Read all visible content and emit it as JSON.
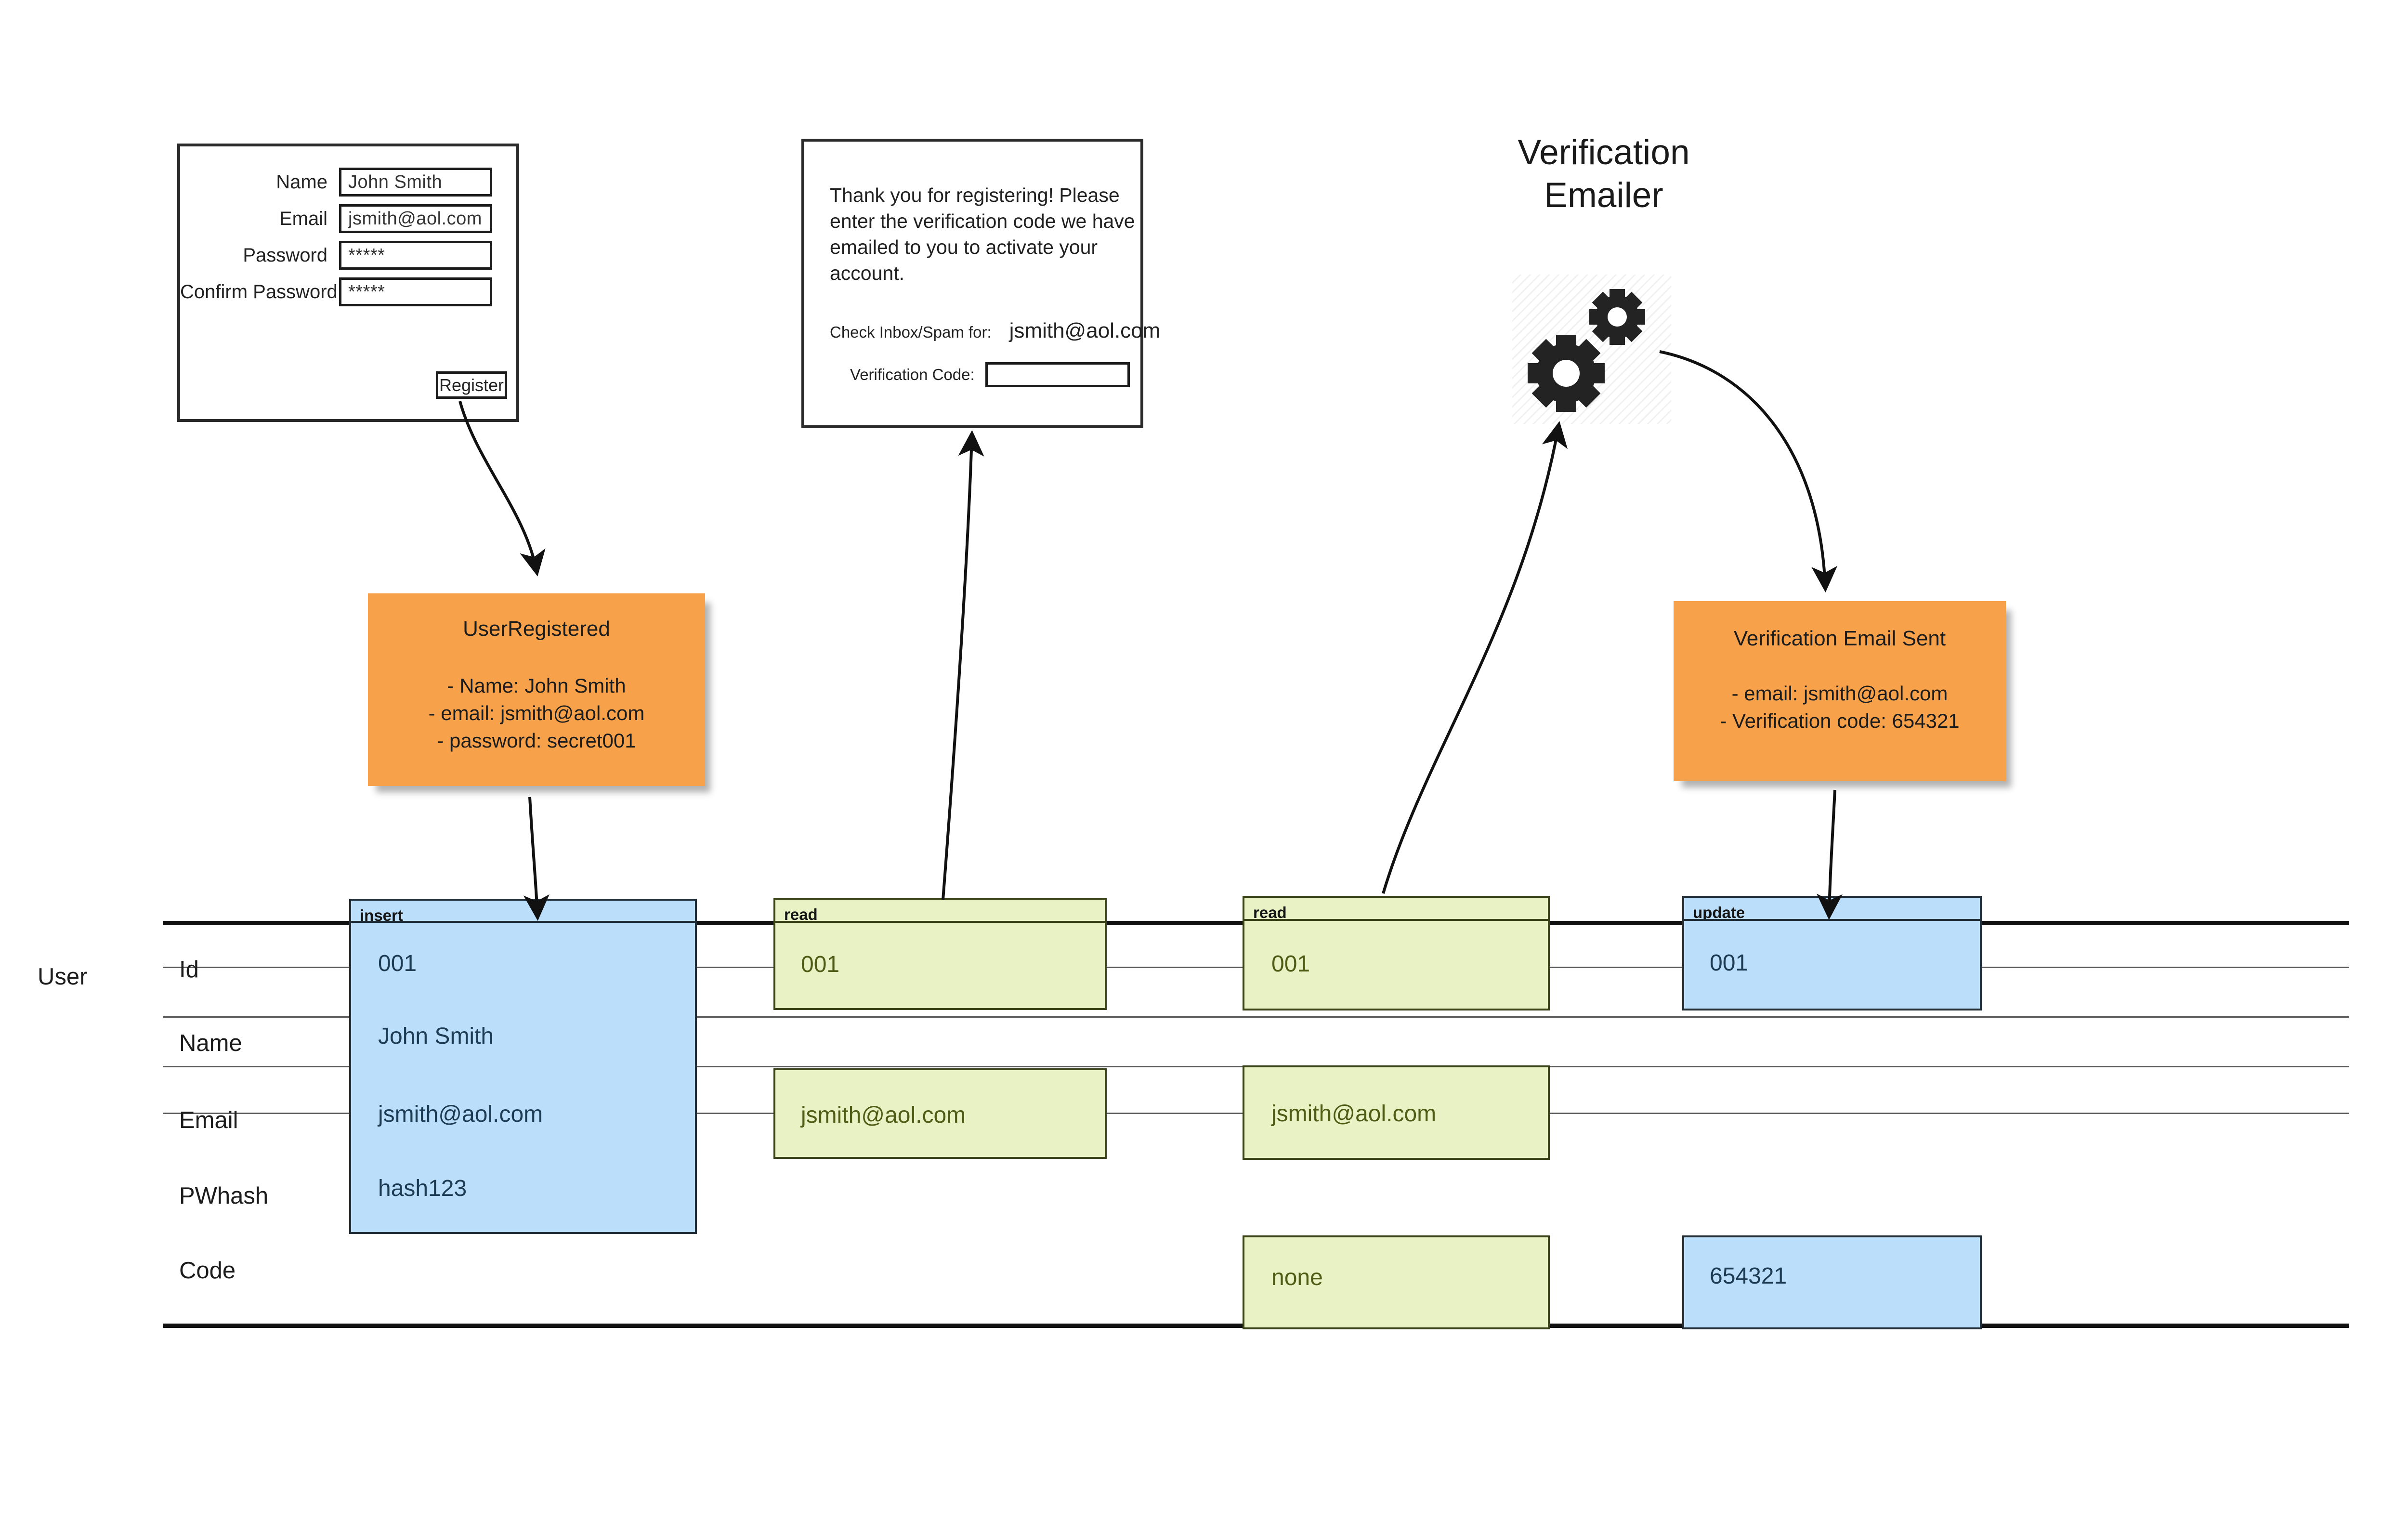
{
  "registration_form": {
    "fields": [
      {
        "label": "Name",
        "value": "John Smith"
      },
      {
        "label": "Email",
        "value": "jsmith@aol.com"
      },
      {
        "label": "Password",
        "value": "*****"
      },
      {
        "label": "Confirm Password",
        "value": "*****"
      }
    ],
    "submit_label": "Register"
  },
  "thanks_dialog": {
    "message": "Thank you for registering! Please enter the verification code we have emailed to you to activate your account.",
    "inbox_label": "Check Inbox/Spam for:",
    "inbox_value": "jsmith@aol.com",
    "code_label": "Verification Code:",
    "code_value": ""
  },
  "emailer": {
    "title_line1": "Verification",
    "title_line2": "Emailer",
    "icon": "gears-icon"
  },
  "events": [
    {
      "id": "user-registered",
      "title": "UserRegistered",
      "lines": [
        "- Name: John Smith",
        "- email: jsmith@aol.com",
        "- password: secret001"
      ],
      "color": "#F7A24B"
    },
    {
      "id": "verification-email-sent",
      "title": "Verification Email Sent",
      "lines": [
        "- email: jsmith@aol.com",
        "- Verification code: 654321"
      ],
      "color": "#F7A24B"
    }
  ],
  "table": {
    "entity": "User",
    "fields": [
      "Id",
      "Name",
      "Email",
      "PWhash",
      "Code"
    ],
    "operations": [
      {
        "name": "insert",
        "kind": "write",
        "color": "#BBDEFB",
        "cells": {
          "Id": "001",
          "Name": "John Smith",
          "Email": "jsmith@aol.com",
          "PWhash": "hash123"
        }
      },
      {
        "name": "read",
        "kind": "read",
        "color": "#E9F2C4",
        "cells": {
          "Id": "001",
          "Email": "jsmith@aol.com"
        }
      },
      {
        "name": "read",
        "kind": "read",
        "color": "#E9F2C4",
        "cells": {
          "Id": "001",
          "Email": "jsmith@aol.com",
          "Code": "none"
        }
      },
      {
        "name": "update",
        "kind": "write",
        "color": "#BBDEFB",
        "cells": {
          "Id": "001",
          "Code": "654321"
        }
      }
    ]
  }
}
